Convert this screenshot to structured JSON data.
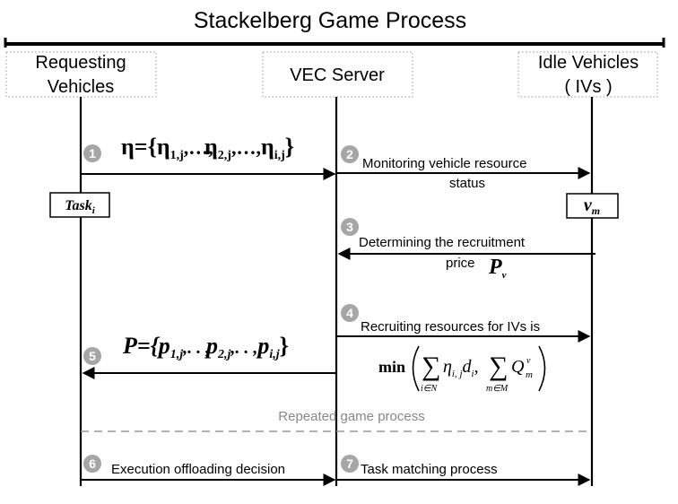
{
  "title": "Stackelberg Game Process",
  "actors": {
    "requesting": {
      "line1": "Requesting",
      "line2": "Vehicles"
    },
    "server": {
      "label": "VEC Server"
    },
    "idle": {
      "line1": "Idle Vehicles",
      "line2": "( IVs )"
    }
  },
  "boxes": {
    "task": {
      "base": "Task",
      "sub": "i"
    },
    "vm": {
      "base": "v",
      "sub": "m"
    }
  },
  "steps": {
    "s1": {
      "num": "1",
      "formula_lhs": "η={",
      "t1": "η",
      "t1sub": "1,j",
      "t2": "η",
      "t2sub": "2,j",
      "dots": ",…,",
      "t3": "η",
      "t3sub": "i,j",
      "close": "}"
    },
    "s2": {
      "num": "2",
      "line1": "Monitoring  vehicle  resource",
      "line2": "status"
    },
    "s3": {
      "num": "3",
      "line1": "Determining the recruitment",
      "line2": "price",
      "sym": "P",
      "symsub": "v"
    },
    "s4": {
      "num": "4",
      "line1": "Recruiting resources for IVs is",
      "min": "min",
      "sigma": "∑",
      "idx1": "i∈N",
      "term1": "η",
      "term1sub": "i, j",
      "d": "d",
      "dsub": "i",
      "comma": ",",
      "idx2": "m∈M",
      "Q": "Q",
      "Qsup": "v",
      "Qsub": "m"
    },
    "s5": {
      "num": "5",
      "lhs": "P={",
      "p1": "p",
      "p1sub": "1,j",
      "p2": "p",
      "p2sub": "2,j",
      "dots": ",. . ,",
      "p3": "p",
      "p3sub": "i,j",
      "close": "}"
    },
    "s6": {
      "num": "6",
      "label": "Execution offloading decision"
    },
    "s7": {
      "num": "7",
      "label": "Task matching process"
    }
  },
  "repeated": "Repeated game process",
  "colors": {
    "line": "#000000",
    "circle": "#a6a6a6",
    "dashed": "#999999",
    "actor_border": "#aaaaaa"
  }
}
